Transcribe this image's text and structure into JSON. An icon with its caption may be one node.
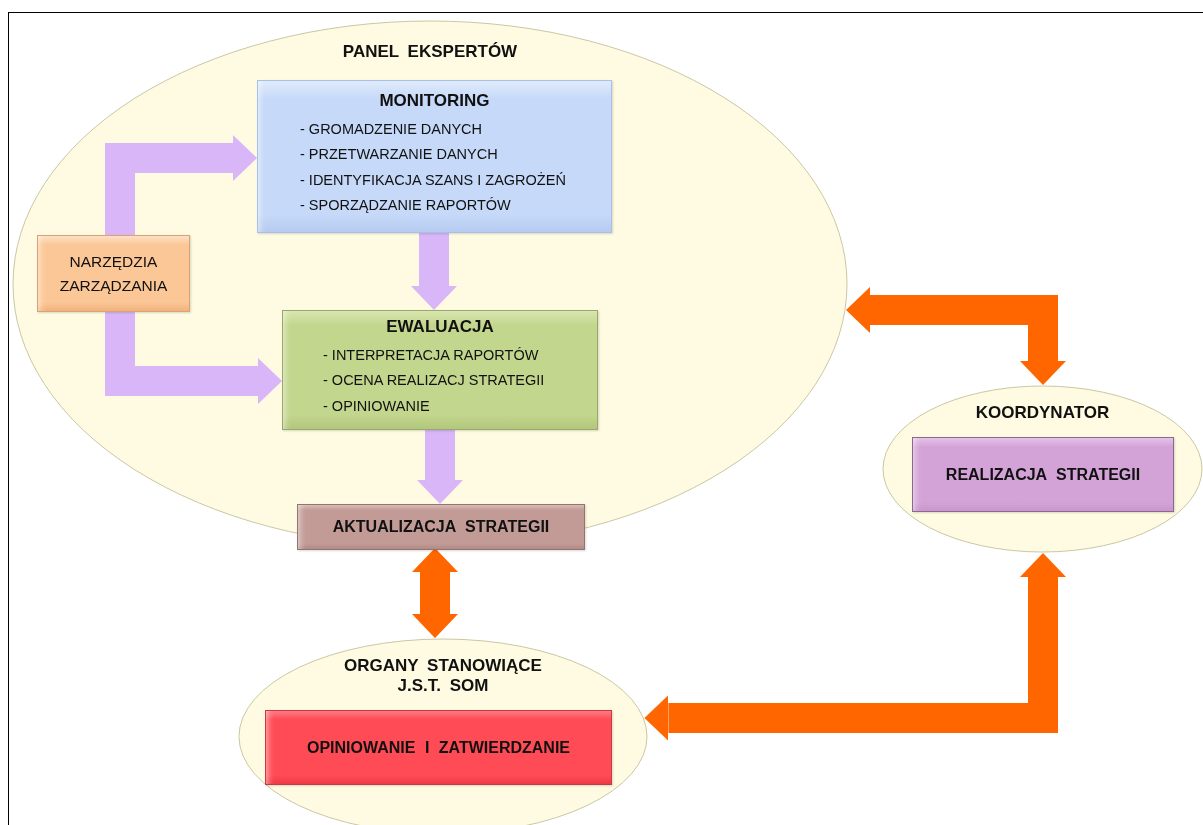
{
  "diagram": {
    "nodes": [
      {
        "text": [
          "PANEL EKSPERTÓW"
        ]
      },
      {
        "text": [
          "MONITORING",
          "- GROMADZENIE DANYCH",
          "- PRZETWARZANIE DANYCH",
          "- IDENTYFIKACJA SZANS I ZAGROŻEŃ",
          "- SPORZĄDZANIE RAPORTÓW"
        ],
        "in": 0
      },
      {
        "text": [
          "NARZĘDZIA ZARZĄDZANIA"
        ],
        "in": 0
      },
      {
        "text": [
          "EWALUACJA",
          "- INTERPRETACJA RAPORTÓW",
          "- OCENA REALIZACJ STRATEGII",
          "- OPINIOWANIE"
        ],
        "in": 0
      },
      {
        "text": [
          "AKTUALIZACJA STRATEGII"
        ],
        "in": 0
      },
      {
        "text": [
          "KOORDYNATOR"
        ]
      },
      {
        "text": [
          "REALIZACJA STRATEGII"
        ],
        "in": 5
      },
      {
        "text": [
          "ORGANY STANOWIĄCE J.S.T. SOM"
        ]
      },
      {
        "text": [
          "OPINIOWANIE I ZATWIERDZANIE"
        ],
        "in": 7
      }
    ],
    "edges": [
      {
        "from": 2,
        "to": 1,
        "arrow": "to"
      },
      {
        "from": 2,
        "to": 3,
        "arrow": "to"
      },
      {
        "from": 1,
        "to": 3,
        "arrow": "to"
      },
      {
        "from": 3,
        "to": 4,
        "arrow": "to"
      },
      {
        "from": 0,
        "to": 7,
        "arrow": "both",
        "color": "#ff6600"
      },
      {
        "from": 0,
        "to": 5,
        "arrow": "both",
        "color": "#ff6600"
      },
      {
        "from": 5,
        "to": 7,
        "arrow": "both",
        "color": "#ff6600"
      }
    ]
  }
}
